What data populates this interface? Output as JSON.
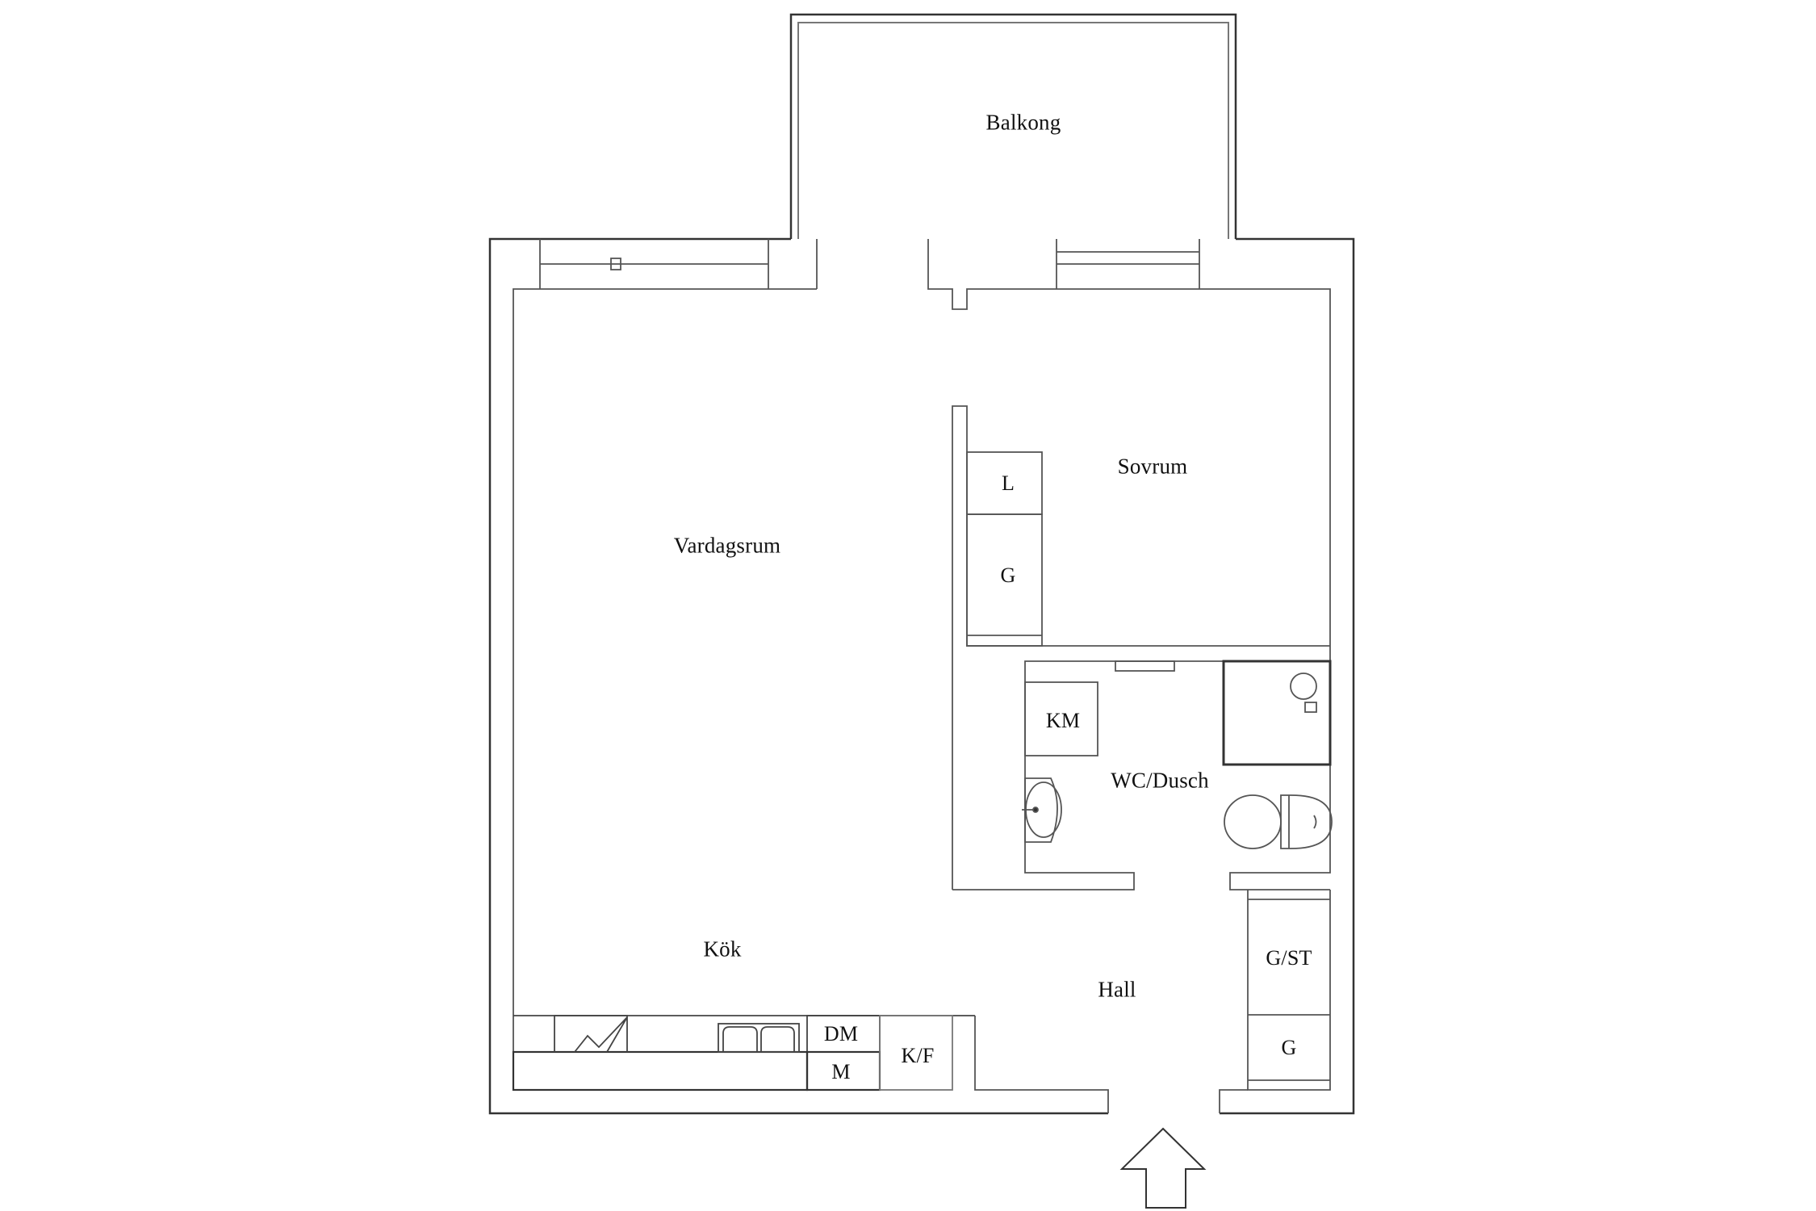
{
  "plan": {
    "rooms": [
      {
        "id": "balkong",
        "label": "Balkong"
      },
      {
        "id": "vardagsrum",
        "label": "Vardagsrum"
      },
      {
        "id": "sovrum",
        "label": "Sovrum"
      },
      {
        "id": "wc_dusch",
        "label": "WC/Dusch"
      },
      {
        "id": "kok",
        "label": "Kök"
      },
      {
        "id": "hall",
        "label": "Hall"
      }
    ],
    "fixtures": [
      {
        "id": "linen_closet",
        "label": "L"
      },
      {
        "id": "wardrobe_bedroom",
        "label": "G"
      },
      {
        "id": "washing_machine",
        "label": "KM"
      },
      {
        "id": "dishwasher",
        "label": "DM"
      },
      {
        "id": "microwave",
        "label": "M"
      },
      {
        "id": "fridge_freezer",
        "label": "K/F"
      },
      {
        "id": "wardrobe_hall_st",
        "label": "G/ST"
      },
      {
        "id": "wardrobe_hall",
        "label": "G"
      }
    ],
    "icons": [
      "entrance-arrow-icon",
      "sink-icon",
      "toilet-icon",
      "shower-icon",
      "stove-icon",
      "kitchen-sink-icon"
    ],
    "colors": {
      "wall": "#222222",
      "fixture": "#555555",
      "background": "#ffffff"
    }
  }
}
